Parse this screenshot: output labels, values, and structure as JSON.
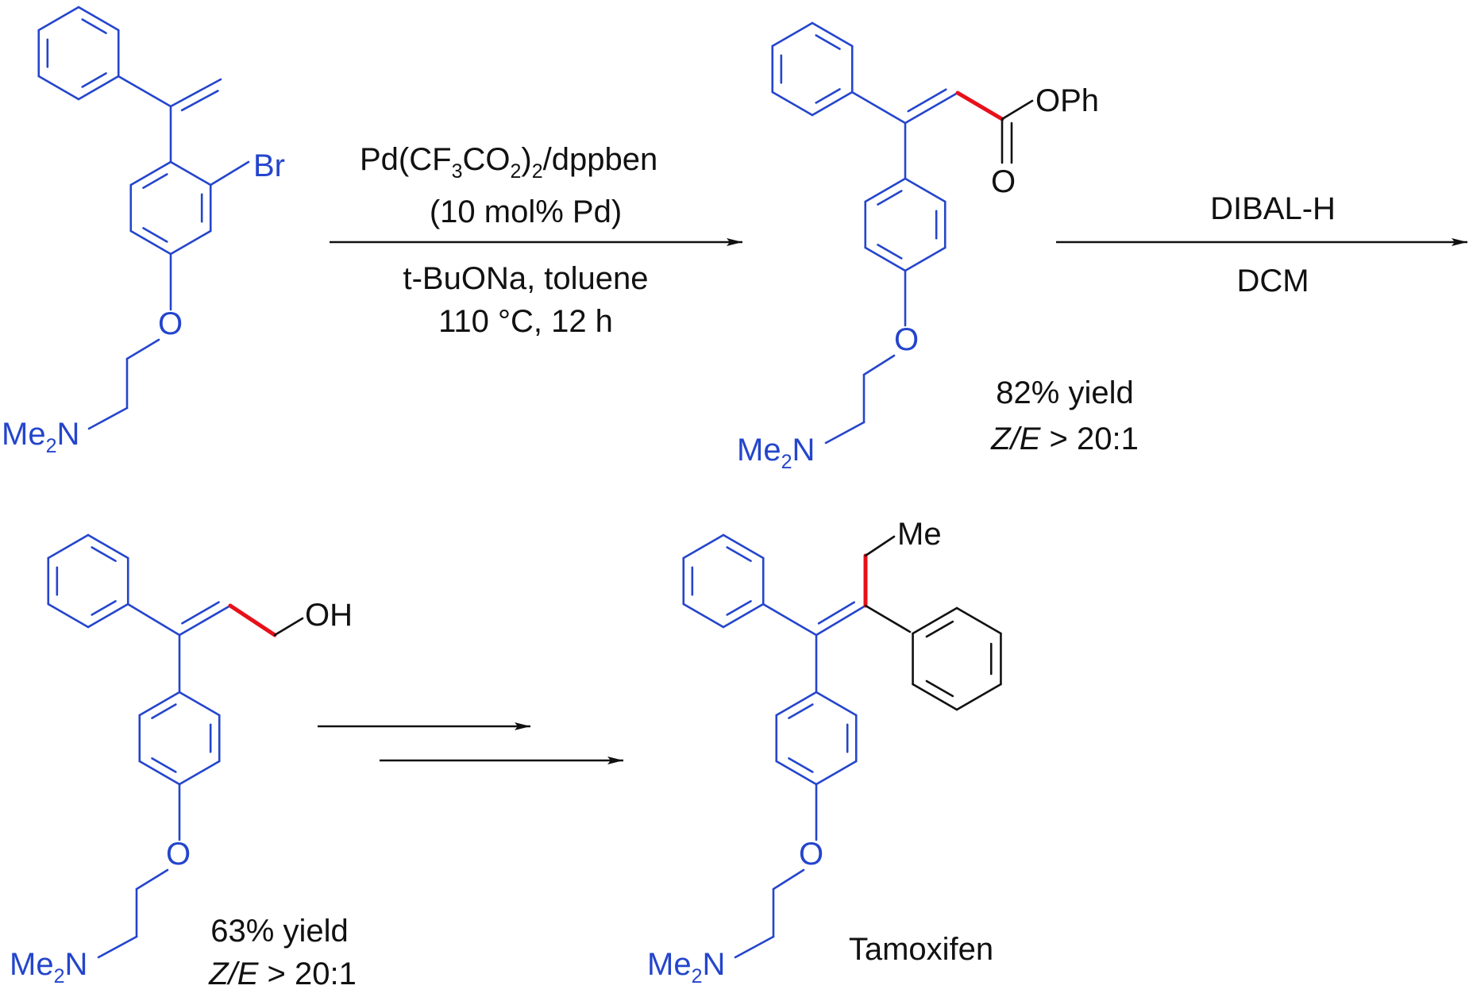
{
  "colors": {
    "structure": "#2445cc",
    "new_bond": "#e8101a",
    "text": "#111111"
  },
  "step1": {
    "reagent_prefix": "Pd(CF",
    "reagent_sub1": "3",
    "reagent_mid": "CO",
    "reagent_sub2": "2",
    "reagent_end": ")",
    "reagent_sub3": "2",
    "reagent_suffix": "/dppben",
    "loading": "(10 mol% Pd)",
    "base_solvent": "t-BuONa, toluene",
    "temp_time": "110 °C, 12 h"
  },
  "step2": {
    "reagent": "DIBAL-H",
    "solvent": "DCM"
  },
  "labels": {
    "br": "Br",
    "o": "O",
    "oph": "OPh",
    "oh": "OH",
    "me": "Me",
    "me2n_me": "Me",
    "me2n_sub": "2",
    "me2n_n": "N"
  },
  "product_ester": {
    "yield": "82% yield",
    "ze_italic": "Z/E",
    "ze_rest": " > 20:1"
  },
  "product_alcohol": {
    "yield": "63% yield",
    "ze_italic": "Z/E",
    "ze_rest": " > 20:1"
  },
  "product_final": {
    "name": "Tamoxifen"
  }
}
